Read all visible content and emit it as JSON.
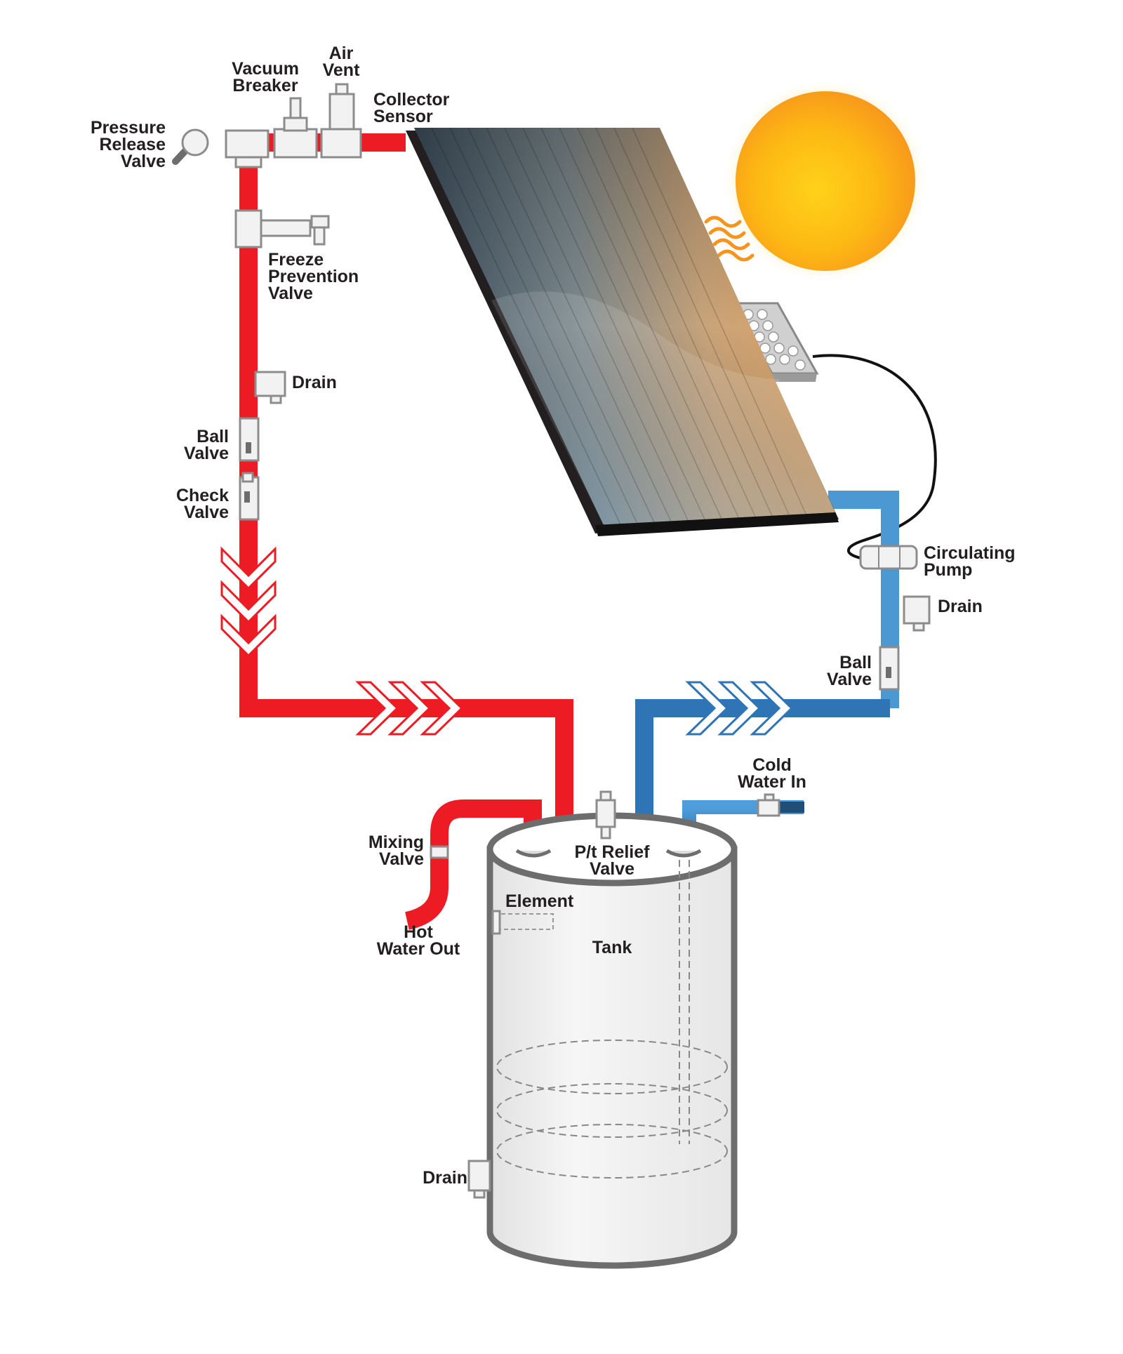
{
  "colors": {
    "hot_pipe": "#ed1c24",
    "cold_pipe_light": "#4b98d2",
    "cold_pipe_dark": "#2b6aa6",
    "tank_fill": "#efefef",
    "tank_outline": "#6d6d6d",
    "sun_inner": "#ffc20e",
    "sun_outer": "#f7941d",
    "panel_frame": "#231f20",
    "fitting_outline": "#8c8c8c"
  },
  "icons": [
    "sun-icon",
    "heat-waves-icon",
    "solar-collector-panel",
    "photovoltaic-panel",
    "water-tank",
    "flow-arrow-chevrons"
  ],
  "labels": {
    "pressure_release_1": "Pressure",
    "pressure_release_2": "Release",
    "pressure_release_3": "Valve",
    "vacuum_breaker_1": "Vacuum",
    "vacuum_breaker_2": "Breaker",
    "air_vent_1": "Air",
    "air_vent_2": "Vent",
    "collector_sensor_1": "Collector",
    "collector_sensor_2": "Sensor",
    "freeze_prevention_1": "Freeze",
    "freeze_prevention_2": "Prevention",
    "freeze_prevention_3": "Valve",
    "drain_left": "Drain",
    "ball_valve_left_1": "Ball",
    "ball_valve_left_2": "Valve",
    "check_valve_1": "Check",
    "check_valve_2": "Valve",
    "circulating_pump_1": "Circulating",
    "circulating_pump_2": "Pump",
    "drain_right": "Drain",
    "ball_valve_right_1": "Ball",
    "ball_valve_right_2": "Valve",
    "cold_water_in_1": "Cold",
    "cold_water_in_2": "Water In",
    "mixing_valve_1": "Mixing",
    "mixing_valve_2": "Valve",
    "pt_relief_1": "P/t Relief",
    "pt_relief_2": "Valve",
    "element": "Element",
    "tank": "Tank",
    "hot_water_out_1": "Hot",
    "hot_water_out_2": "Water Out",
    "drain_tank": "Drain"
  }
}
